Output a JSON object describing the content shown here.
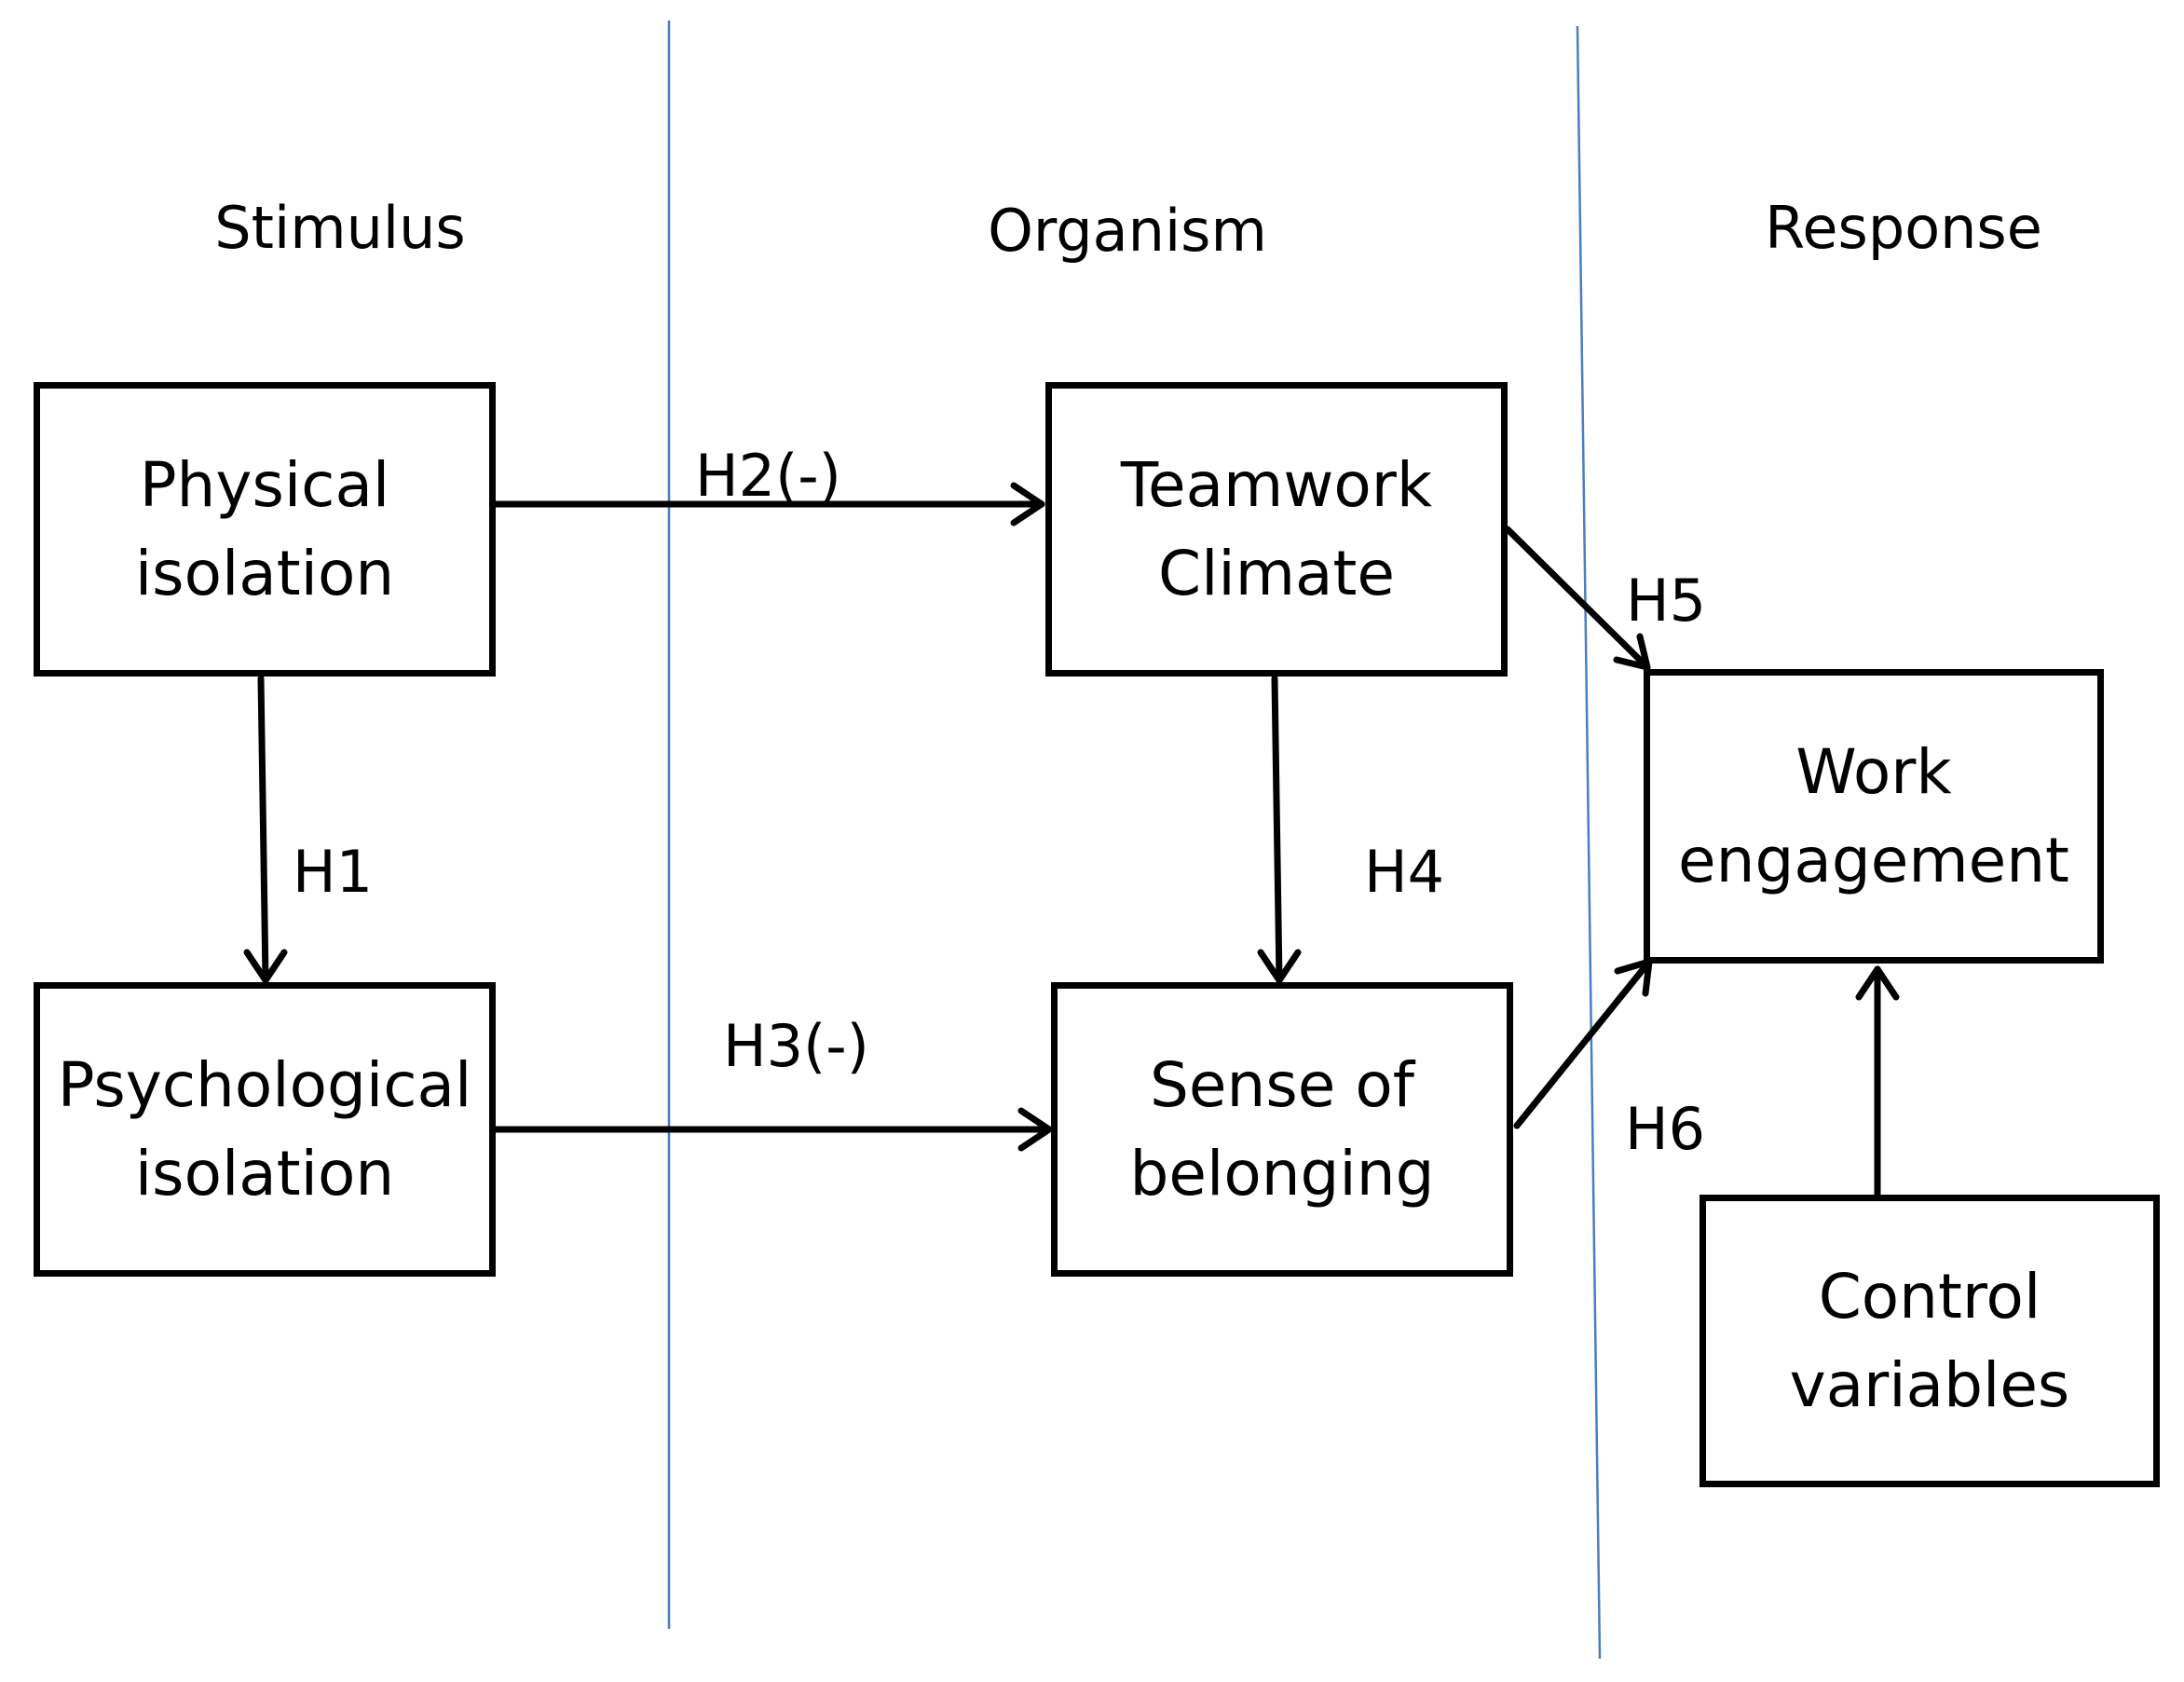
{
  "columns": {
    "stimulus": "Stimulus",
    "organism": "Organism",
    "response": "Response"
  },
  "nodes": {
    "physical_isolation": [
      "Physical",
      "isolation"
    ],
    "psychological_isolation": [
      "Psychological",
      "isolation"
    ],
    "teamwork_climate": [
      "Teamwork",
      "Climate"
    ],
    "sense_of_belonging": [
      "Sense of",
      "belonging"
    ],
    "work_engagement": [
      "Work",
      "engagement"
    ],
    "control_variables": [
      "Control",
      "variables"
    ]
  },
  "hypotheses": {
    "h1": "H1",
    "h2": "H2(-)",
    "h3": "H3(-)",
    "h4": "H4",
    "h5": "H5",
    "h6": "H6"
  },
  "colors": {
    "divider": "#4a7ebf",
    "stroke": "#000000"
  }
}
